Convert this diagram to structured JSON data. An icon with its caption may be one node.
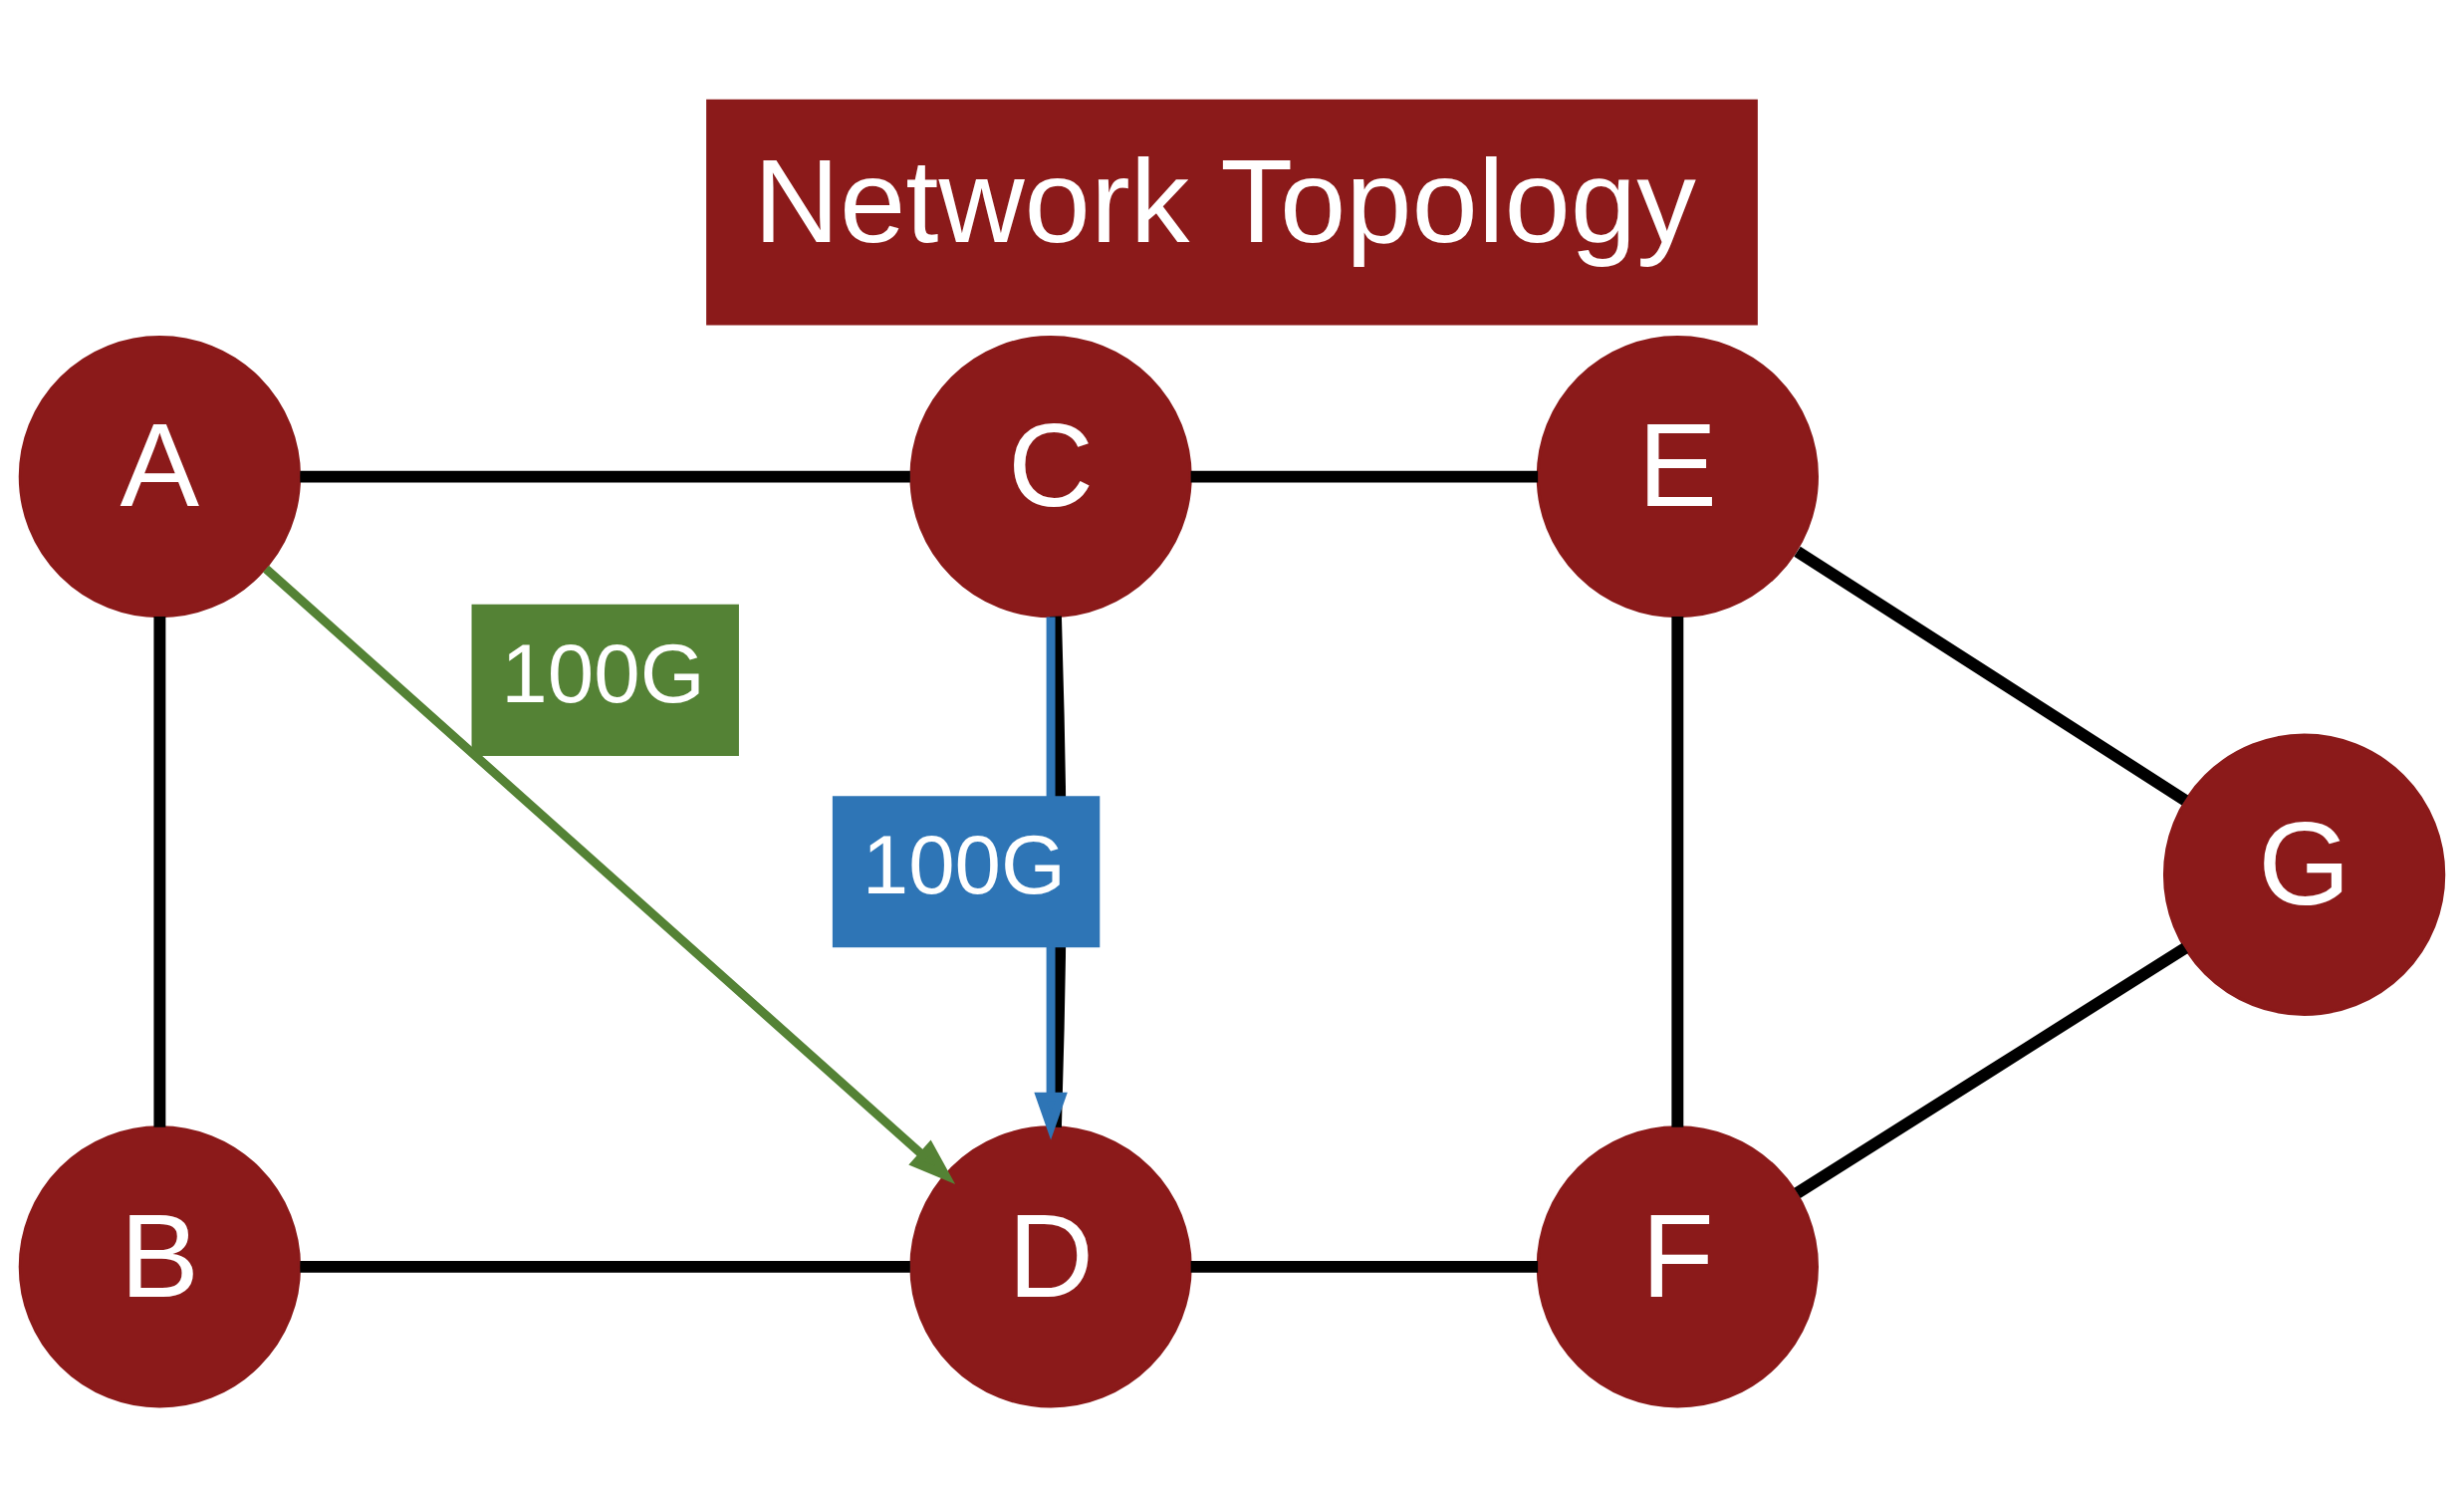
{
  "diagram": {
    "title": "Network Topology",
    "nodes": [
      {
        "text": [
          "A"
        ]
      },
      {
        "text": [
          "B"
        ]
      },
      {
        "text": [
          "C"
        ]
      },
      {
        "text": [
          "D"
        ]
      },
      {
        "text": [
          "E"
        ]
      },
      {
        "text": [
          "F"
        ]
      },
      {
        "text": [
          "G"
        ]
      }
    ],
    "edges": [
      {
        "from": 0,
        "to": 2,
        "arrow": "none"
      },
      {
        "from": 2,
        "to": 4,
        "arrow": "none"
      },
      {
        "from": 0,
        "to": 1,
        "arrow": "none"
      },
      {
        "from": 2,
        "to": 3,
        "arrow": "none"
      },
      {
        "from": 4,
        "to": 5,
        "arrow": "none"
      },
      {
        "from": 1,
        "to": 3,
        "arrow": "none"
      },
      {
        "from": 3,
        "to": 5,
        "arrow": "none"
      },
      {
        "from": 4,
        "to": 6,
        "arrow": "none"
      },
      {
        "from": 5,
        "to": 6,
        "arrow": "none"
      },
      {
        "from": 0,
        "to": 3,
        "arrow": "to",
        "label": "100G",
        "color": "#548235"
      },
      {
        "from": 2,
        "to": 3,
        "arrow": "to",
        "label": "100G",
        "color": "#2e75b6"
      }
    ]
  }
}
